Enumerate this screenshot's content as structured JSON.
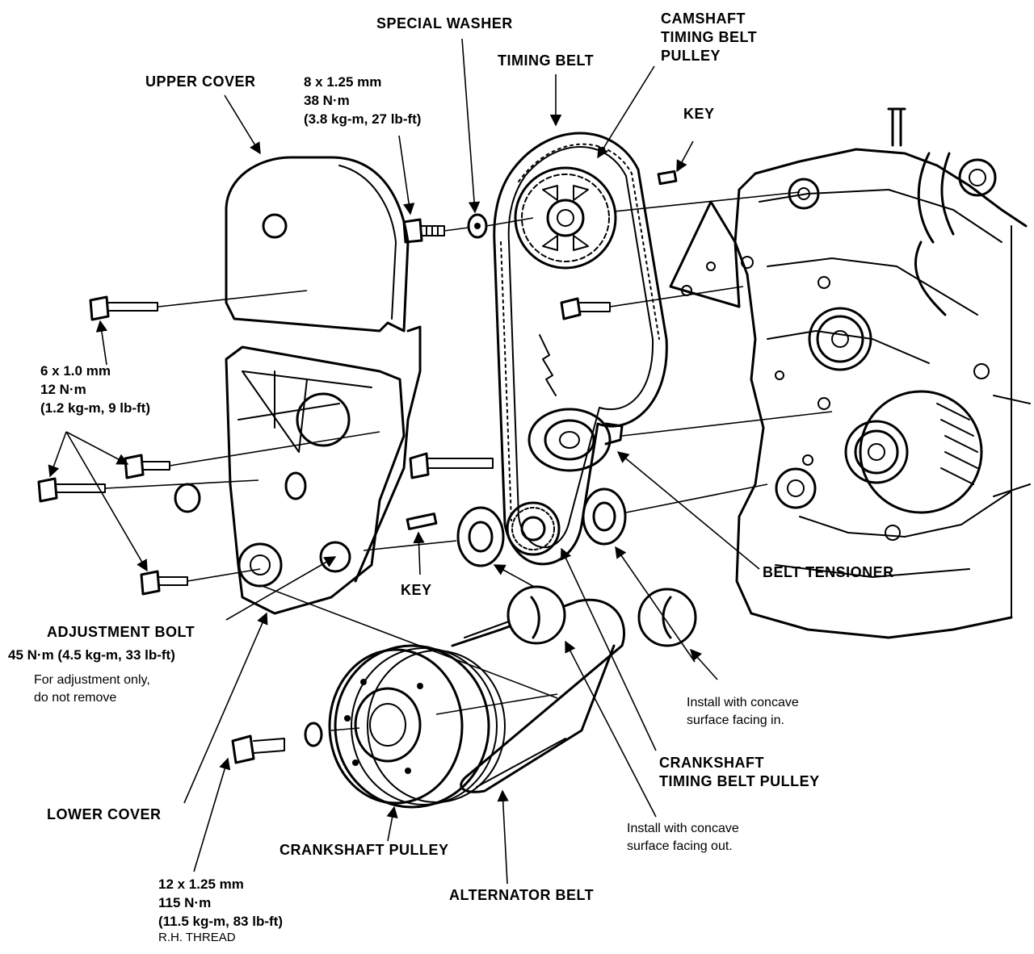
{
  "labels": {
    "special_washer": "SPECIAL WASHER",
    "camshaft_pulley": [
      "CAMSHAFT",
      "TIMING BELT",
      "PULLEY"
    ],
    "timing_belt": "TIMING BELT",
    "upper_cover": "UPPER COVER",
    "upper_bolt_spec": [
      "8 x 1.25 mm",
      "38 N·m",
      "(3.8 kg-m, 27 lb-ft)"
    ],
    "key_top": "KEY",
    "cover_bolt_spec": [
      "6 x 1.0 mm",
      "12 N·m",
      "(1.2 kg-m, 9 lb-ft)"
    ],
    "key_lower": "KEY",
    "belt_tensioner": "BELT TENSIONER",
    "adjustment_bolt": "ADJUSTMENT BOLT",
    "adjustment_spec": "45 N·m (4.5 kg-m, 33 lb-ft)",
    "adjustment_note": [
      "For adjustment only,",
      "do not remove"
    ],
    "concave_in": [
      "Install with concave",
      "surface facing in."
    ],
    "crank_timing_pulley": [
      "CRANKSHAFT",
      "TIMING BELT PULLEY"
    ],
    "lower_cover": "LOWER COVER",
    "concave_out": [
      "Install with concave",
      "surface facing out."
    ],
    "crankshaft_pulley": "CRANKSHAFT PULLEY",
    "crank_bolt_spec": [
      "12 x 1.25 mm",
      "115 N·m",
      "(11.5 kg-m, 83 lb-ft)",
      "R.H. THREAD"
    ],
    "alternator_belt": "ALTERNATOR BELT"
  }
}
